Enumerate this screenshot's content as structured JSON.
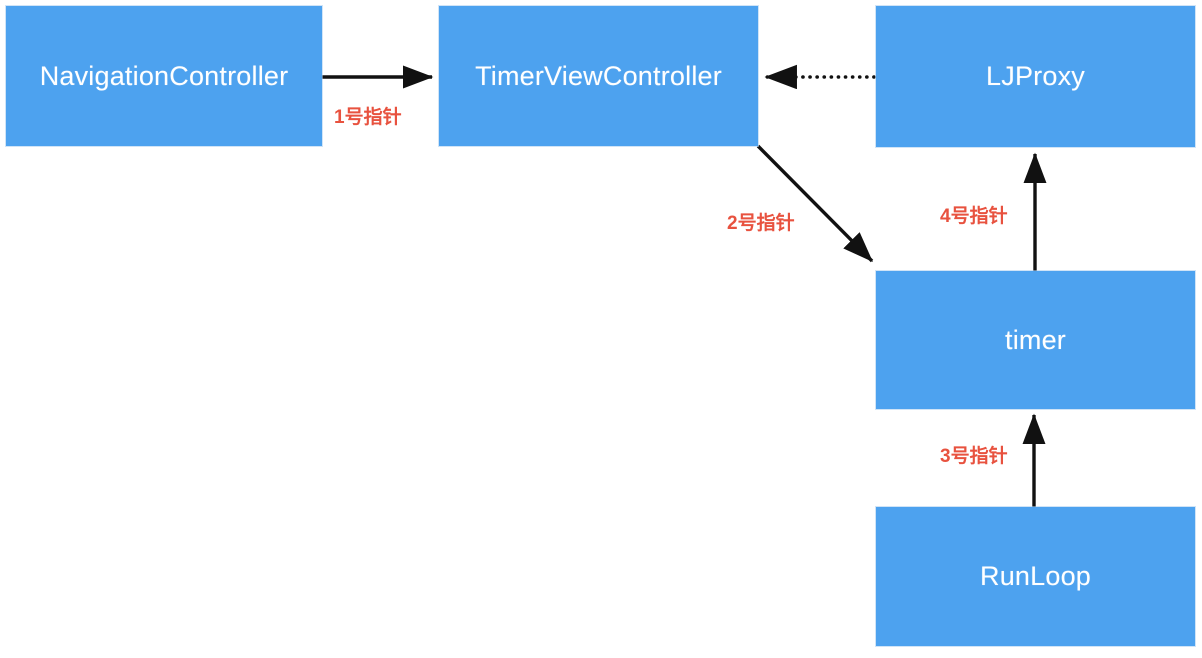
{
  "diagram": {
    "title": "Timer retain-cycle pointer diagram",
    "background_color": "#ffffff",
    "node_color": "#4da2ef",
    "node_text_color": "#ffffff",
    "edge_color": "#111111",
    "pointer_label_color": "#e8523f",
    "nodes": [
      {
        "id": "navigation-controller",
        "label": "NavigationController"
      },
      {
        "id": "timer-view-controller",
        "label": "TimerViewController"
      },
      {
        "id": "ljproxy",
        "label": "LJProxy"
      },
      {
        "id": "timer",
        "label": "timer"
      },
      {
        "id": "runloop",
        "label": "RunLoop"
      }
    ],
    "edges": [
      {
        "id": "edge-1",
        "from": "navigation-controller",
        "to": "timer-view-controller",
        "style": "solid",
        "label": "1号指针"
      },
      {
        "id": "edge-2",
        "from": "timer-view-controller",
        "to": "timer",
        "style": "solid",
        "label": "2号指针"
      },
      {
        "id": "edge-3",
        "from": "runloop",
        "to": "timer",
        "style": "solid",
        "label": "3号指针"
      },
      {
        "id": "edge-4",
        "from": "timer",
        "to": "ljproxy",
        "style": "solid",
        "label": "4号指针"
      },
      {
        "id": "edge-5",
        "from": "ljproxy",
        "to": "timer-view-controller",
        "style": "dotted",
        "label": ""
      }
    ]
  }
}
